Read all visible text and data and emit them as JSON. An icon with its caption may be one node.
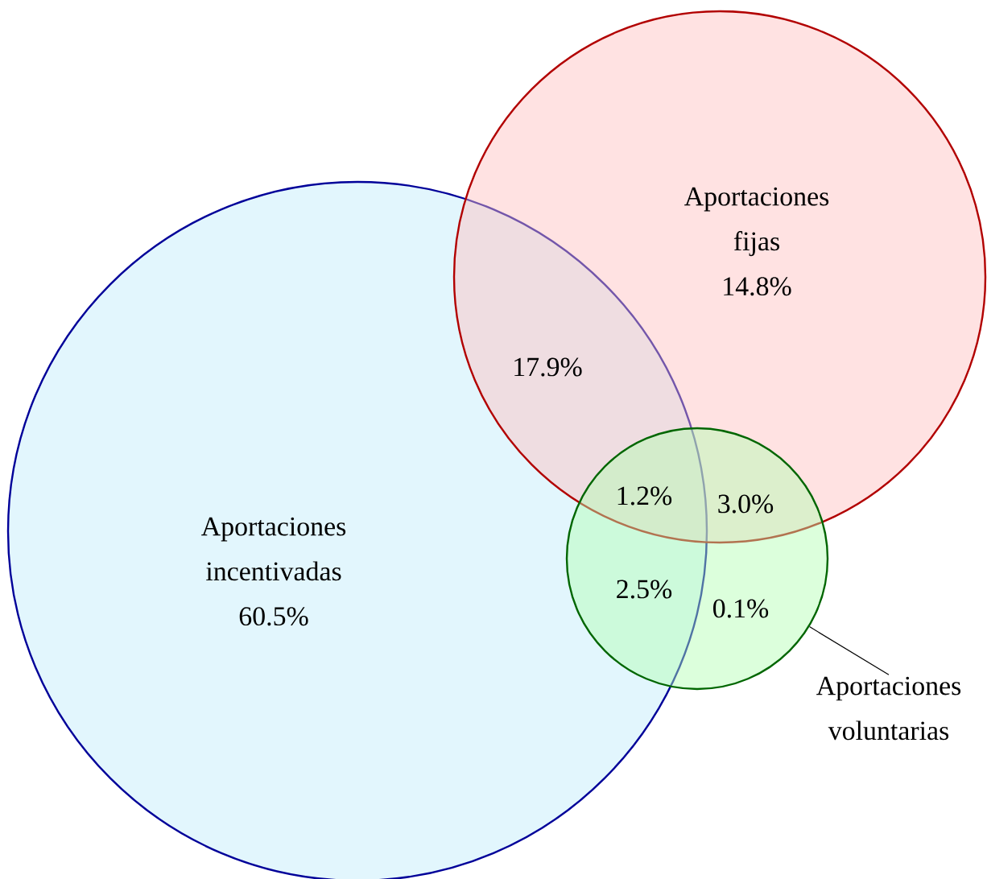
{
  "diagram": {
    "nodes": [
      {
        "text": [
          "Aportaciones fijas",
          "14.8%"
        ]
      },
      {
        "text": [
          "Aportaciones incentivadas",
          "60.5%"
        ]
      },
      {
        "text": [],
        "shape": "circle"
      },
      {
        "text": [
          "Aportaciones voluntarias"
        ]
      }
    ],
    "edges": [
      {
        "from": 3,
        "to": 2,
        "arrow": "none"
      }
    ],
    "labels": [
      "17.9%",
      "1.2%",
      "3.0%",
      "2.5%",
      "0.1%"
    ]
  }
}
